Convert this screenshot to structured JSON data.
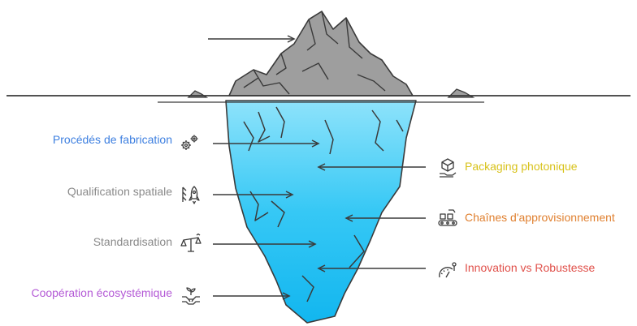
{
  "labels": {
    "left": [
      {
        "text": "Procédés de fabrication",
        "color": "#3d7fe0",
        "icon": "gears-icon"
      },
      {
        "text": "Qualification spatiale",
        "color": "#8a8a8a",
        "icon": "rocket-icon"
      },
      {
        "text": "Standardisation",
        "color": "#8a8a8a",
        "icon": "balance-scale-icon"
      },
      {
        "text": "Coopération écosystémique",
        "color": "#b45ad6",
        "icon": "handshake-plant-icon"
      }
    ],
    "right": [
      {
        "text": "Packaging photonique",
        "color": "#d8c21a",
        "icon": "package-hand-icon"
      },
      {
        "text": "Chaînes d'approvisionnement",
        "color": "#e08030",
        "icon": "conveyor-icon"
      },
      {
        "text": "Innovation vs Robustesse",
        "color": "#e0504a",
        "icon": "speedometer-icon"
      }
    ]
  },
  "colors": {
    "water": "#2ec4f4",
    "water_light": "#8ee3fb",
    "rock": "#9e9e9e",
    "rock_dark": "#7c7c7c",
    "line": "#3a3a3a"
  }
}
